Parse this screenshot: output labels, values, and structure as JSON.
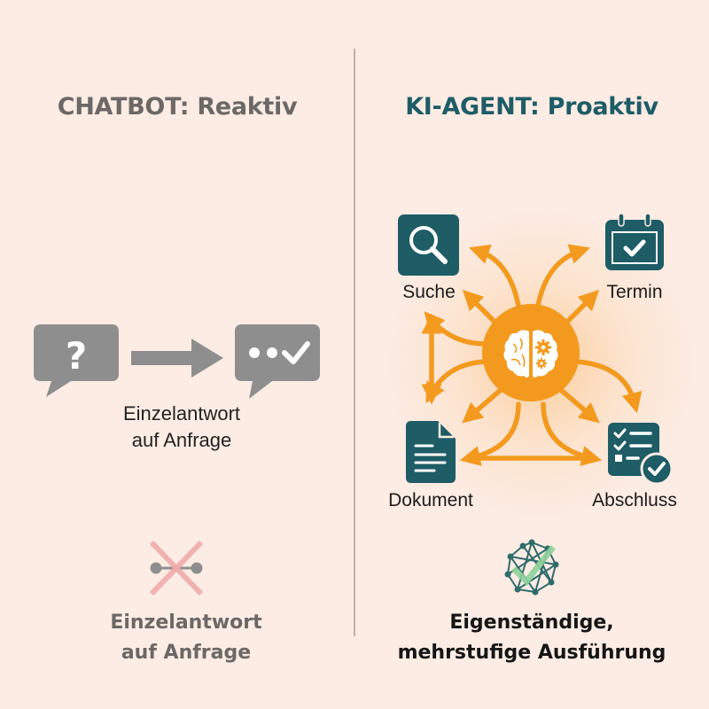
{
  "left_panel": {
    "title": "CHATBOT: Reaktiv",
    "flow": {
      "input_icon": "question-speech-bubble-icon",
      "arrow_icon": "right-arrow-icon",
      "output_icon": "answer-speech-bubble-check-icon"
    },
    "caption_line1": "Einzelantwort",
    "caption_line2": "auf Anfrage",
    "footer_icon": "crossed-out-connection-icon",
    "footer_line1": "Einzelantwort",
    "footer_line2": "auf Anfrage"
  },
  "right_panel": {
    "title": "KI-AGENT: Proaktiv",
    "hub_icon": "brain-gear-icon",
    "nodes": [
      {
        "label": "Suche",
        "icon": "search-icon"
      },
      {
        "label": "Termin",
        "icon": "calendar-check-icon"
      },
      {
        "label": "Dokument",
        "icon": "document-icon"
      },
      {
        "label": "Abschluss",
        "icon": "checklist-complete-icon"
      }
    ],
    "footer_icon": "network-check-icon",
    "footer_line1": "Eigenständige,",
    "footer_line2": "mehrstufige Ausführung"
  },
  "colors": {
    "background": "#fcece4",
    "chatbot_gray": "#8e8e8e",
    "chatbot_title": "#6b6866",
    "agent_teal": "#1e5c66",
    "agent_orange": "#f39a1e",
    "cross_red": "#f0a9a6",
    "check_green": "#8fd19a",
    "divider": "#bdb3ad"
  }
}
